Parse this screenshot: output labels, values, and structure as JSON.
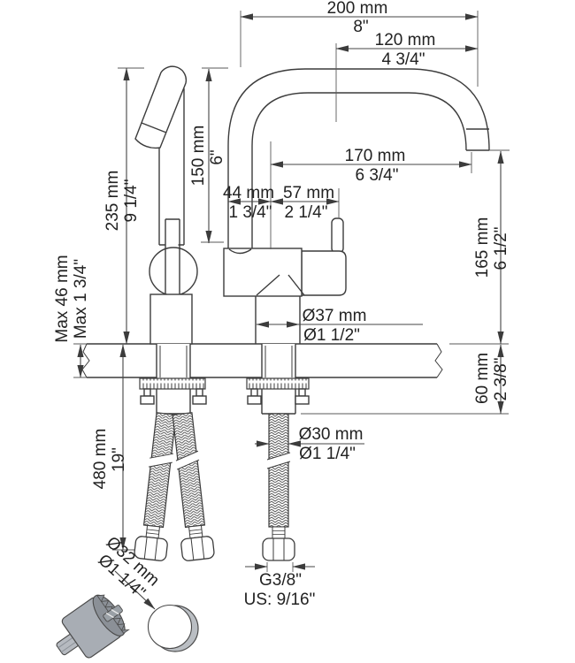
{
  "dimensions": {
    "spout_width": {
      "mm": "200 mm",
      "inch": "8\""
    },
    "spout_projection": {
      "mm": "120 mm",
      "inch": "4 3/4\""
    },
    "outlet_reach": {
      "mm": "170 mm",
      "inch": "6 3/4\""
    },
    "riser_height": {
      "mm": "150 mm",
      "inch": "6\""
    },
    "total_height": {
      "mm": "235 mm",
      "inch": "9 1/4\""
    },
    "body_front_width": {
      "mm": "44 mm",
      "inch": "1 3/4\""
    },
    "body_rear_width": {
      "mm": "57 mm",
      "inch": "2 1/4\""
    },
    "outlet_height": {
      "mm": "165 mm",
      "inch": "6 1/2\""
    },
    "max_deck_thickness": {
      "mm": "Max 46 mm",
      "inch": "Max 1 3/4\""
    },
    "body_diameter": {
      "mm": "Ø37 mm",
      "inch": "Ø1 1/2\""
    },
    "shank_length": {
      "mm": "60 mm",
      "inch": "2 3/8\""
    },
    "hose_length": {
      "mm": "480 mm",
      "inch": "19\""
    },
    "hose_diameter": {
      "mm": "Ø30 mm",
      "inch": "Ø1 1/4\""
    },
    "drill_hole_diameter": {
      "mm": "Ø32 mm",
      "inch": "Ø1 1/4\""
    },
    "connection_thread": {
      "metric": "G3/8\"",
      "us": "US: 9/16\""
    }
  },
  "colors": {
    "line": "#3c3c3c",
    "dimension_line": "#444444",
    "text": "#222222",
    "tool_body": "#a8adb4",
    "tool_rim": "#8b9097",
    "tool_shank": "#b6bac0",
    "hole_shade": "#babec3",
    "background": "#ffffff"
  }
}
